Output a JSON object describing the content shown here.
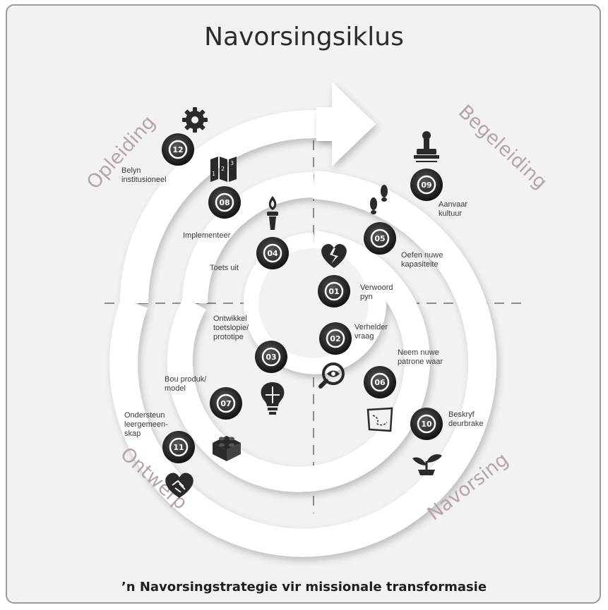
{
  "title": "Navorsingsiklus",
  "subtitle": "’n Navorsingstrategie vir missionale transformasie",
  "quadrants": {
    "top_left": "Opleiding",
    "top_right": "Begeleiding",
    "bottom_left": "Ontwerp",
    "bottom_right": "Navorsing"
  },
  "steps": [
    {
      "number": "01",
      "label": "Verwoord\npyn",
      "icon": "broken-heart-icon"
    },
    {
      "number": "02",
      "label": "Verhelder\nvraag",
      "icon": "magnifying-eye-icon"
    },
    {
      "number": "03",
      "label": "Ontwikkel\ntoetslopie/\nprototipe",
      "icon": "puzzle-lightbulb-icon"
    },
    {
      "number": "04",
      "label": "Toets uit",
      "icon": "torch-icon"
    },
    {
      "number": "05",
      "label": "Oefen nuwe\nkapasiteite",
      "icon": "footprints-icon"
    },
    {
      "number": "06",
      "label": "Neem nuwe\npatrone waar",
      "icon": "map-icon"
    },
    {
      "number": "07",
      "label": "Bou produk/\nmodel",
      "icon": "lego-brick-icon"
    },
    {
      "number": "08",
      "label": "Implementeer",
      "icon": "folding-screen-icon"
    },
    {
      "number": "09",
      "label": "Aanvaar\nkultuur",
      "icon": "stamp-icon"
    },
    {
      "number": "10",
      "label": "Beskryf\ndeurbrake",
      "icon": "sprout-icon"
    },
    {
      "number": "11",
      "label": "Ondersteun\nleergemeen-\nskap",
      "icon": "handshake-heart-icon"
    },
    {
      "number": "12",
      "label": "Belyn\ninstitusioneel",
      "icon": "gear-icon"
    }
  ]
}
